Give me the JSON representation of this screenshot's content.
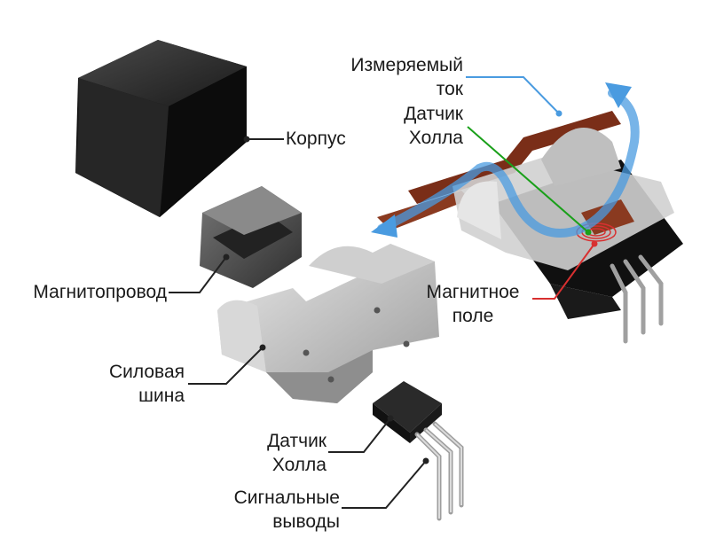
{
  "labels": {
    "housing": "Корпус",
    "magnetic_core": "Магнитопровод",
    "busbar_1": "Силовая",
    "busbar_2": "шина",
    "hall_sensor_1": "Датчик",
    "hall_sensor_2": "Холла",
    "signal_leads_1": "Сигнальные",
    "signal_leads_2": "выводы",
    "measured_current_1": "Измеряемый",
    "measured_current_2": "ток",
    "hall_sensor_top_1": "Датчик",
    "hall_sensor_top_2": "Холла",
    "magnetic_field_1": "Магнитное",
    "magnetic_field_2": "поле"
  },
  "colors": {
    "housing": "#1e1e1e",
    "core": "#3c3c3c",
    "busbar": "#bdbdbd",
    "copper": "#8a3a20",
    "field_arrow": "#4a9be0",
    "hall_line": "#1aa01a",
    "field_line": "#d83030",
    "leader": "#222222"
  }
}
